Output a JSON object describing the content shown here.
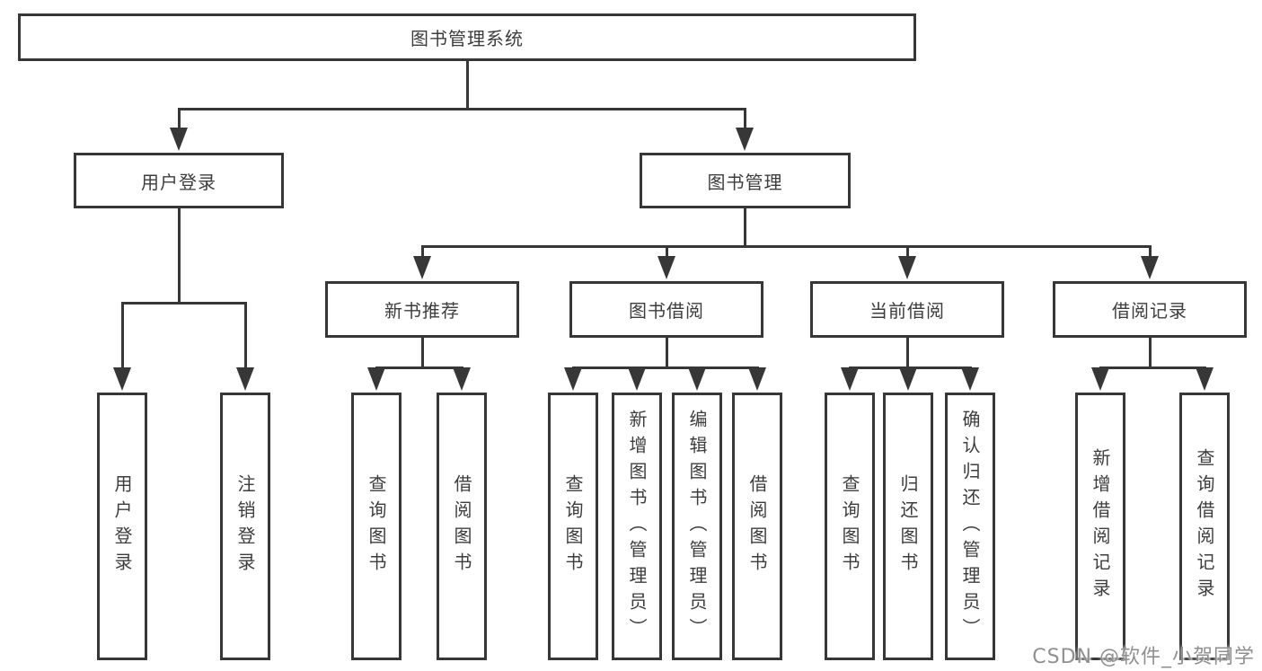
{
  "diagram": {
    "root": {
      "label": "图书管理系统"
    },
    "level2": [
      {
        "label": "用户登录"
      },
      {
        "label": "图书管理"
      }
    ],
    "level3": [
      {
        "label": "新书推荐"
      },
      {
        "label": "图书借阅"
      },
      {
        "label": "当前借阅"
      },
      {
        "label": "借阅记录"
      }
    ],
    "leaves": {
      "user_login": [
        "用户登录",
        "注销登录"
      ],
      "new_book": [
        "查询图书",
        "借阅图书"
      ],
      "book_borrow": [
        "查询图书",
        "新增图书（管理员）",
        "编辑图书（管理员）",
        "借阅图书"
      ],
      "current_borrow": [
        "查询图书",
        "归还图书",
        "确认归还（管理员）"
      ],
      "borrow_records": [
        "新增借阅记录",
        "查询借阅记录"
      ]
    }
  },
  "watermark": "CSDN @软件_小贺同学",
  "colors": {
    "line": "#373737",
    "text": "#3d3d3d",
    "watermark_gray": "#8f8f8f",
    "background": "#ffffff"
  }
}
